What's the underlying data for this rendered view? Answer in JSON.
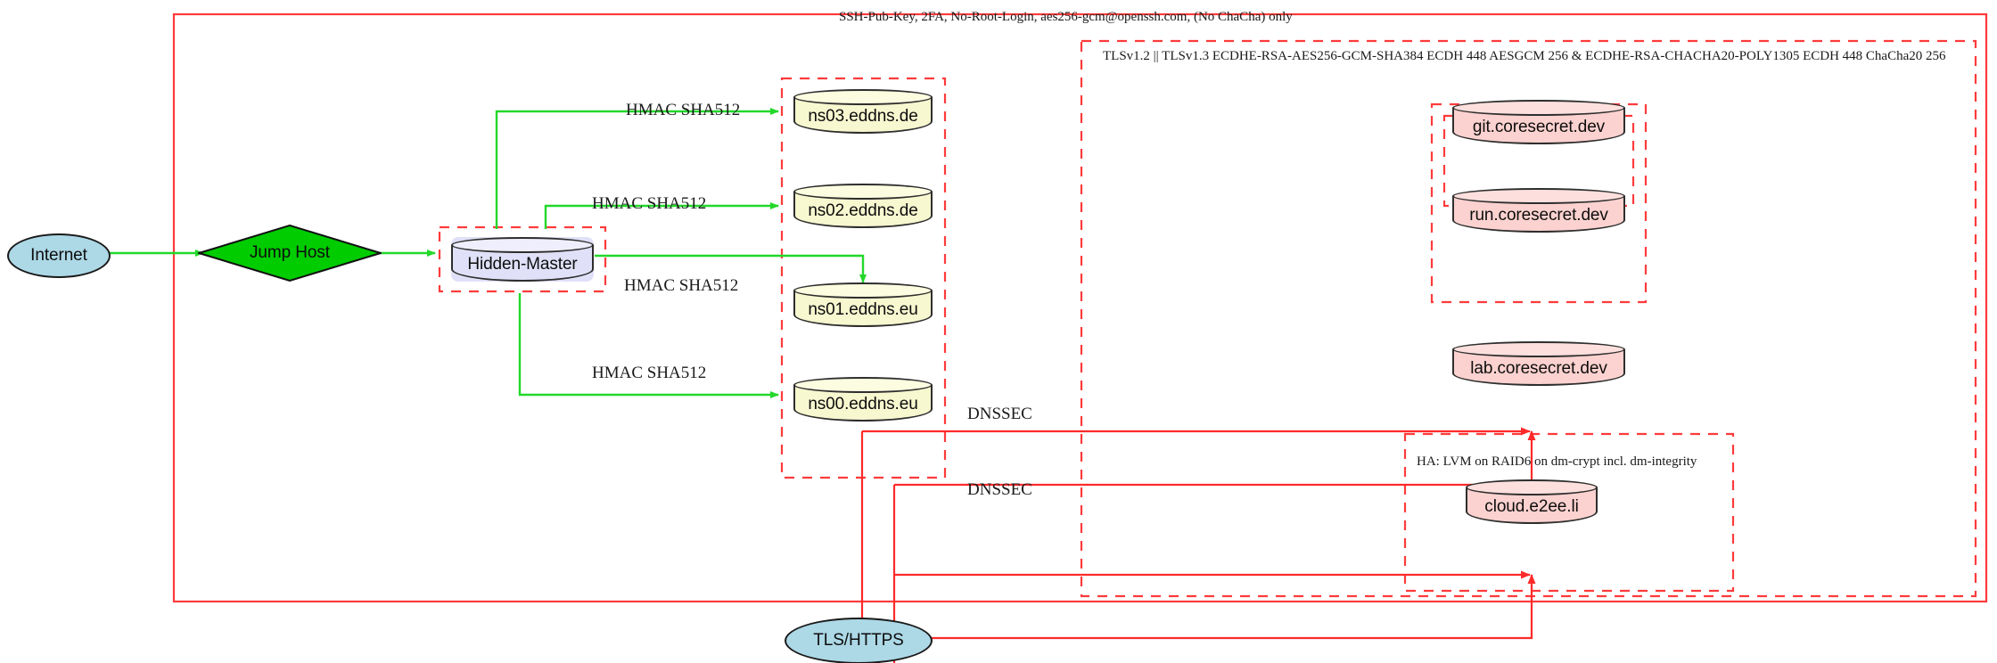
{
  "diagram": {
    "title_labels": {
      "ssh_policy": "SSH-Pub-Key, 2FA, No-Root-Login, aes256-gcm@openssh.com, (No ChaCha) only",
      "tls_policy": "TLSv1.2 || TLSv1.3 ECDHE-RSA-AES256-GCM-SHA384 ECDH 448 AESGCM 256 & ECDHE-RSA-CHACHA20-POLY1305 ECDH 448 ChaCha20 256",
      "ha_policy": "HA: LVM on RAID6 on dm-crypt incl. dm-integrity"
    },
    "nodes": {
      "internet": "Internet",
      "jump_host": "Jump Host",
      "hidden_master": "Hidden-Master",
      "ns03": "ns03.eddns.de",
      "ns02": "ns02.eddns.de",
      "ns01": "ns01.eddns.eu",
      "ns00": "ns00.eddns.eu",
      "git": "git.coresecret.dev",
      "run": "run.coresecret.dev",
      "lab": "lab.coresecret.dev",
      "cloud": "cloud.e2ee.li",
      "tls_https": "TLS/HTTPS"
    },
    "edge_labels": {
      "hmac_ns03": "HMAC SHA512",
      "hmac_ns02": "HMAC SHA512",
      "hmac_ns01": "HMAC SHA512",
      "hmac_ns00": "HMAC SHA512",
      "dnssec_upper": "DNSSEC",
      "dnssec_lower": "DNSSEC"
    },
    "colors": {
      "boundary_red": "#ff3b3b",
      "edge_green": "#22d82a",
      "edge_red": "#ff2a2a",
      "ellipse_fill": "#add8e6",
      "diamond_fill": "#00cc00",
      "master_fill": "#e0e0f8",
      "dns_fill": "#f7f7d0",
      "service_fill": "#fbd2cf",
      "stroke_dark": "#2e2e2e"
    }
  }
}
